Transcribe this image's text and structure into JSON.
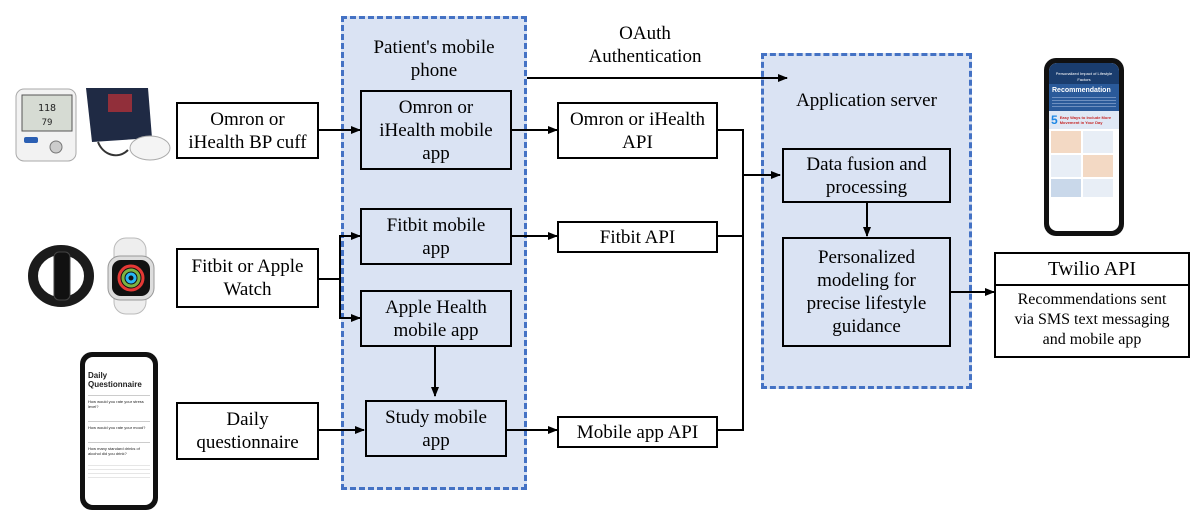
{
  "panels": {
    "phone_title": "Patient's mobile\nphone",
    "server_title": "Application server"
  },
  "edge_labels": {
    "oauth": "OAuth\nAuthentication"
  },
  "sources": {
    "bp_cuff": "Omron or\niHealth BP cuff",
    "watch": "Fitbit or Apple\nWatch",
    "questionnaire": "Daily\nquestionnaire"
  },
  "phone_apps": {
    "omron_app": "Omron or\niHealth mobile\napp",
    "fitbit_app": "Fitbit mobile\napp",
    "apple_health_app": "Apple Health\nmobile app",
    "study_app": "Study mobile\napp"
  },
  "apis": {
    "omron_api": "Omron or iHealth\nAPI",
    "fitbit_api": "Fitbit API",
    "mobile_api": "Mobile app API"
  },
  "server": {
    "fusion": "Data fusion and\nprocessing",
    "modeling": "Personalized\nmodeling for\nprecise lifestyle\nguidance"
  },
  "twilio": {
    "title": "Twilio API",
    "body": "Recommendations sent\nvia SMS text messaging\nand mobile app"
  },
  "phone_screens": {
    "recommendation": {
      "header": "Personalized Impact of Lifestyle Factors",
      "title": "Recommendation",
      "banner_number": "5",
      "banner_text": "Easy Ways to Include More Movement in Your Day"
    },
    "questionnaire": {
      "title": "Daily Questionnaire",
      "q1": "How would you rate your stress level?",
      "q2": "How would you rate your mood?",
      "q3": "How many standard drinks of alcohol did you drink?"
    }
  },
  "device_images": [
    "bp-monitor",
    "bp-cuff",
    "fitness-band",
    "smartwatch"
  ],
  "colors": {
    "panel_fill": "#dae3f3",
    "panel_border": "#4472c4",
    "line": "#000000"
  }
}
